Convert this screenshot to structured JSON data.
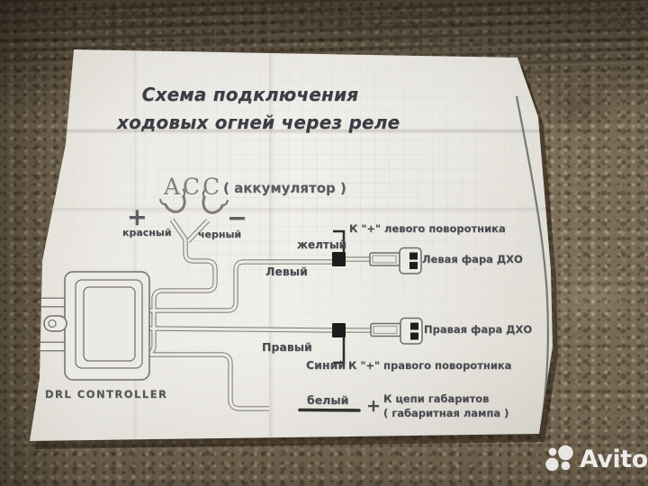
{
  "title": {
    "line1": "Схема подключения",
    "line2": "ходовых огней через реле"
  },
  "battery": {
    "name": "ACC",
    "note": "( аккумулятор )",
    "plus": "+",
    "minus": "−",
    "red": "красный",
    "black": "черный"
  },
  "controller": {
    "label": "DRL CONTROLLER"
  },
  "wire_labels": {
    "yellow": "желтый",
    "left": "Левый",
    "right": "Правый",
    "blue": "Синий",
    "white": "белый"
  },
  "targets": {
    "left_turn": "К \"+\" левого поворотника",
    "left_headlight": "Левая фара ДХО",
    "right_headlight": "Правая фара ДХО",
    "right_turn": "К \"+\" правого поворотника",
    "parking_plus": "+",
    "parking_circuit": "К цепи габаритов",
    "parking_lamp": "( габаритная лампа )"
  },
  "watermark": {
    "brand": "Avito"
  },
  "colors": {
    "paper": "#eceae4",
    "print_line": "#85837c",
    "ink": "#4a4a50",
    "carpet_base": "#7e7059",
    "watermark": "#ffffff"
  }
}
